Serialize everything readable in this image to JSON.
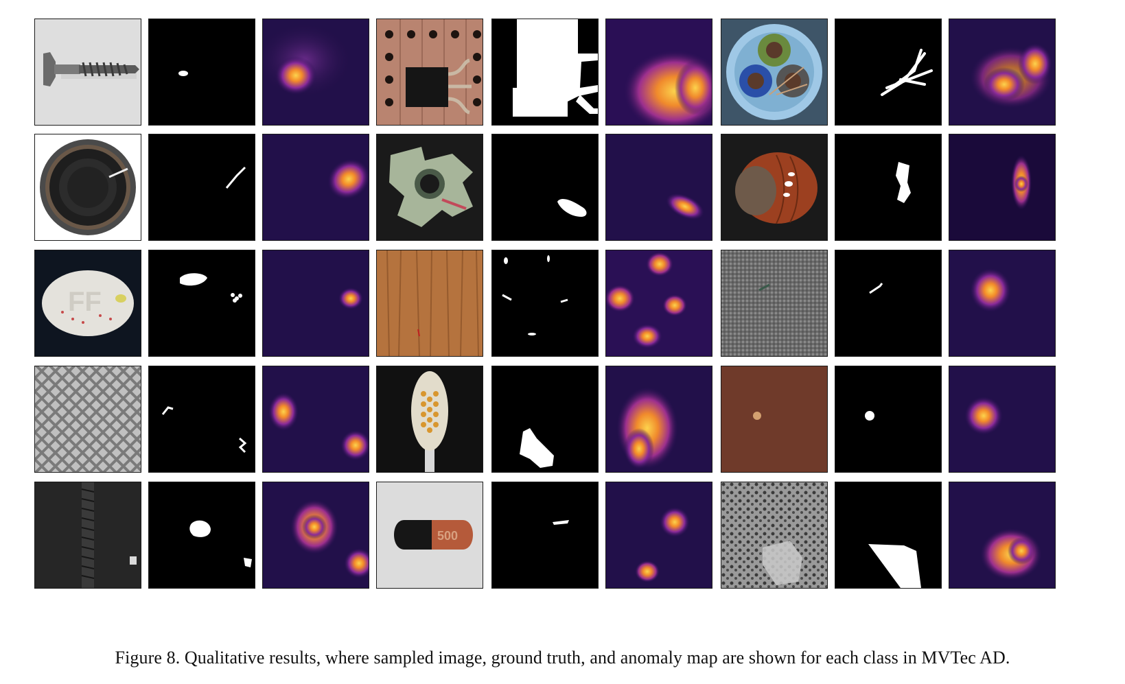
{
  "figure": {
    "caption": "Figure 8. Qualitative results, where sampled image, ground truth, and anomaly map are shown for each class in MVTec AD.",
    "columns_per_group": [
      "sampled image",
      "ground truth",
      "anomaly map"
    ],
    "rows": [
      [
        "screw",
        "transistor",
        "cable"
      ],
      [
        "bottle",
        "metal_nut",
        "hazelnut"
      ],
      [
        "pill",
        "wood",
        "carpet"
      ],
      [
        "grid",
        "toothbrush",
        "leather"
      ],
      [
        "zipper",
        "capsule",
        "tile"
      ]
    ]
  },
  "palette": {
    "heat_low": "#1e0c45",
    "heat_mid": "#8a2a9a",
    "heat_high": "#fcbf2f",
    "mask": "#ffffff",
    "mask_bg": "#000000"
  }
}
